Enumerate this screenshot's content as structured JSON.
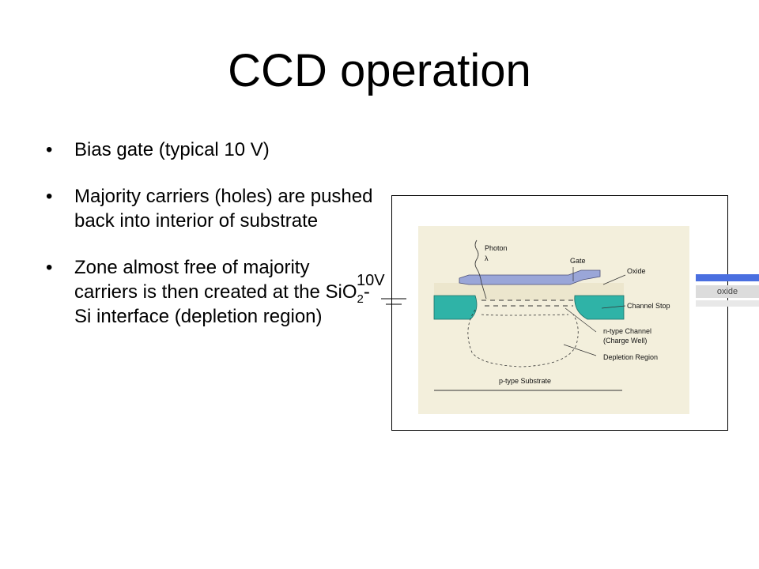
{
  "title": "CCD operation",
  "bullets": [
    {
      "text": "Bias gate (typical 10 V)"
    },
    {
      "text": "Majority carriers (holes) are pushed back into interior of substrate"
    },
    {
      "text_before": "Zone almost free of majority carriers is then created at the SiO",
      "sub": "2",
      "text_after": "-Si interface (depletion region)"
    }
  ],
  "bullet_char": "•",
  "voltage_label": "10V",
  "legend": {
    "oxide_label": "oxide",
    "oxide_color": "#4a6fe0"
  },
  "diagram": {
    "labels": {
      "photon": "Photon",
      "lambda": "λ",
      "gate": "Gate",
      "oxide": "Oxide",
      "channel_stop": "Channel Stop",
      "ntype_channel": "n-type Channel",
      "charge_well": "(Charge Well)",
      "depletion_region": "Depletion Region",
      "substrate": "p-type Substrate"
    },
    "colors": {
      "background": "#f3efdc",
      "gate": "#9aa6d8",
      "channel_stop": "#2fb3a7",
      "oxide_layer": "#ece6cd"
    }
  }
}
